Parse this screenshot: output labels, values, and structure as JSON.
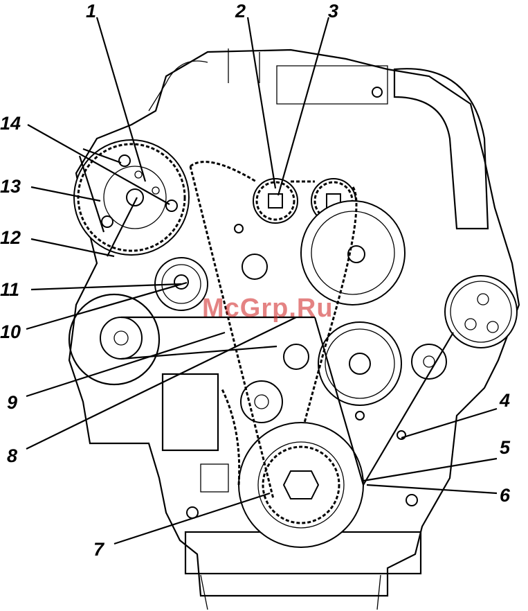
{
  "callouts": [
    {
      "id": "c1",
      "text": "1"
    },
    {
      "id": "c2",
      "text": "2"
    },
    {
      "id": "c3",
      "text": "3"
    },
    {
      "id": "c4",
      "text": "4"
    },
    {
      "id": "c5",
      "text": "5"
    },
    {
      "id": "c6",
      "text": "6"
    },
    {
      "id": "c7",
      "text": "7"
    },
    {
      "id": "c8",
      "text": "8"
    },
    {
      "id": "c9",
      "text": "9"
    },
    {
      "id": "c10",
      "text": "10"
    },
    {
      "id": "c11",
      "text": "11"
    },
    {
      "id": "c12",
      "text": "12"
    },
    {
      "id": "c13",
      "text": "13"
    },
    {
      "id": "c14",
      "text": "14"
    }
  ],
  "watermark": "McGrp.Ru"
}
